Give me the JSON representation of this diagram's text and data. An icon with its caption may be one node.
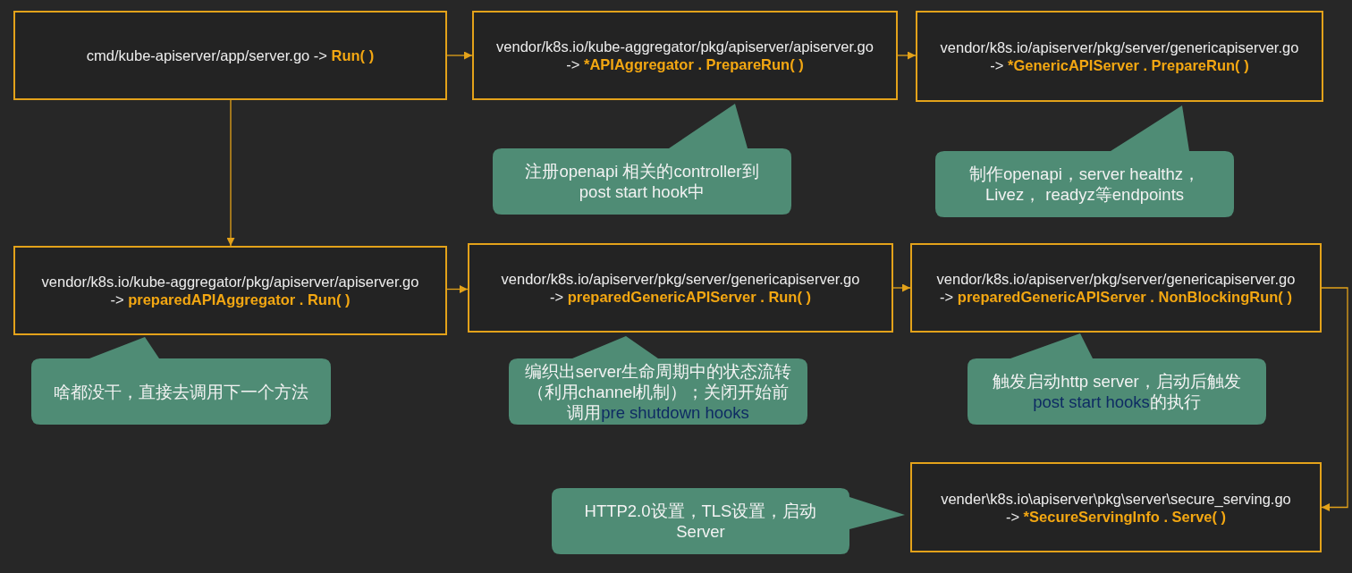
{
  "diagram": {
    "nodes": [
      {
        "text": [
          "cmd/kube-apiserver/app/server.go -> **Run( )**"
        ]
      },
      {
        "text": [
          "vendor/k8s.io/kube-aggregator/pkg/apiserver/apiserver.go",
          "-> ***APIAggregator . PrepareRun( )**"
        ]
      },
      {
        "text": [
          "vendor/k8s.io/apiserver/pkg/server/genericapiserver.go",
          "-> ***GenericAPIServer . PrepareRun( )**"
        ]
      },
      {
        "text": [
          "注册openapi 相关的controller到post start hook中"
        ]
      },
      {
        "text": [
          "制作openapi，server healthz，Livez， readyz等endpoints"
        ]
      },
      {
        "text": [
          "vendor/k8s.io/kube-aggregator/pkg/apiserver/apiserver.go",
          "-> **preparedAPIAggregator . Run( )**"
        ]
      },
      {
        "text": [
          "vendor/k8s.io/apiserver/pkg/server/genericapiserver.go",
          "-> **preparedGenericAPIServer . Run( )**"
        ]
      },
      {
        "text": [
          "vendor/k8s.io/apiserver/pkg/server/genericapiserver.go",
          "-> **preparedGenericAPIServer . NonBlockingRun( )**"
        ]
      },
      {
        "text": [
          "啥都没干，直接去调用下一个方法"
        ]
      },
      {
        "text": [
          "编织出server生命周期中的状态流转（利用channel机制）；关闭开始前调用**pre shutdown hooks**"
        ]
      },
      {
        "text": [
          "触发启动http server，启动后触发**post start hooks**的执行"
        ]
      },
      {
        "text": [
          "HTTP2.0设置，TLS设置，启动Server"
        ]
      },
      {
        "text": [
          "vender\\k8s.io\\apiserver\\pkg\\server\\secure_serving.go",
          "-> ***SecureServingInfo . Serve( )**"
        ]
      }
    ],
    "edges": [
      {
        "from": 0,
        "to": 1,
        "arrow": "to"
      },
      {
        "from": 1,
        "to": 2,
        "arrow": "to"
      },
      {
        "from": 0,
        "to": 5,
        "arrow": "to"
      },
      {
        "from": 5,
        "to": 6,
        "arrow": "to"
      },
      {
        "from": 6,
        "to": 7,
        "arrow": "to"
      },
      {
        "from": 7,
        "to": 12,
        "arrow": "to"
      }
    ]
  }
}
